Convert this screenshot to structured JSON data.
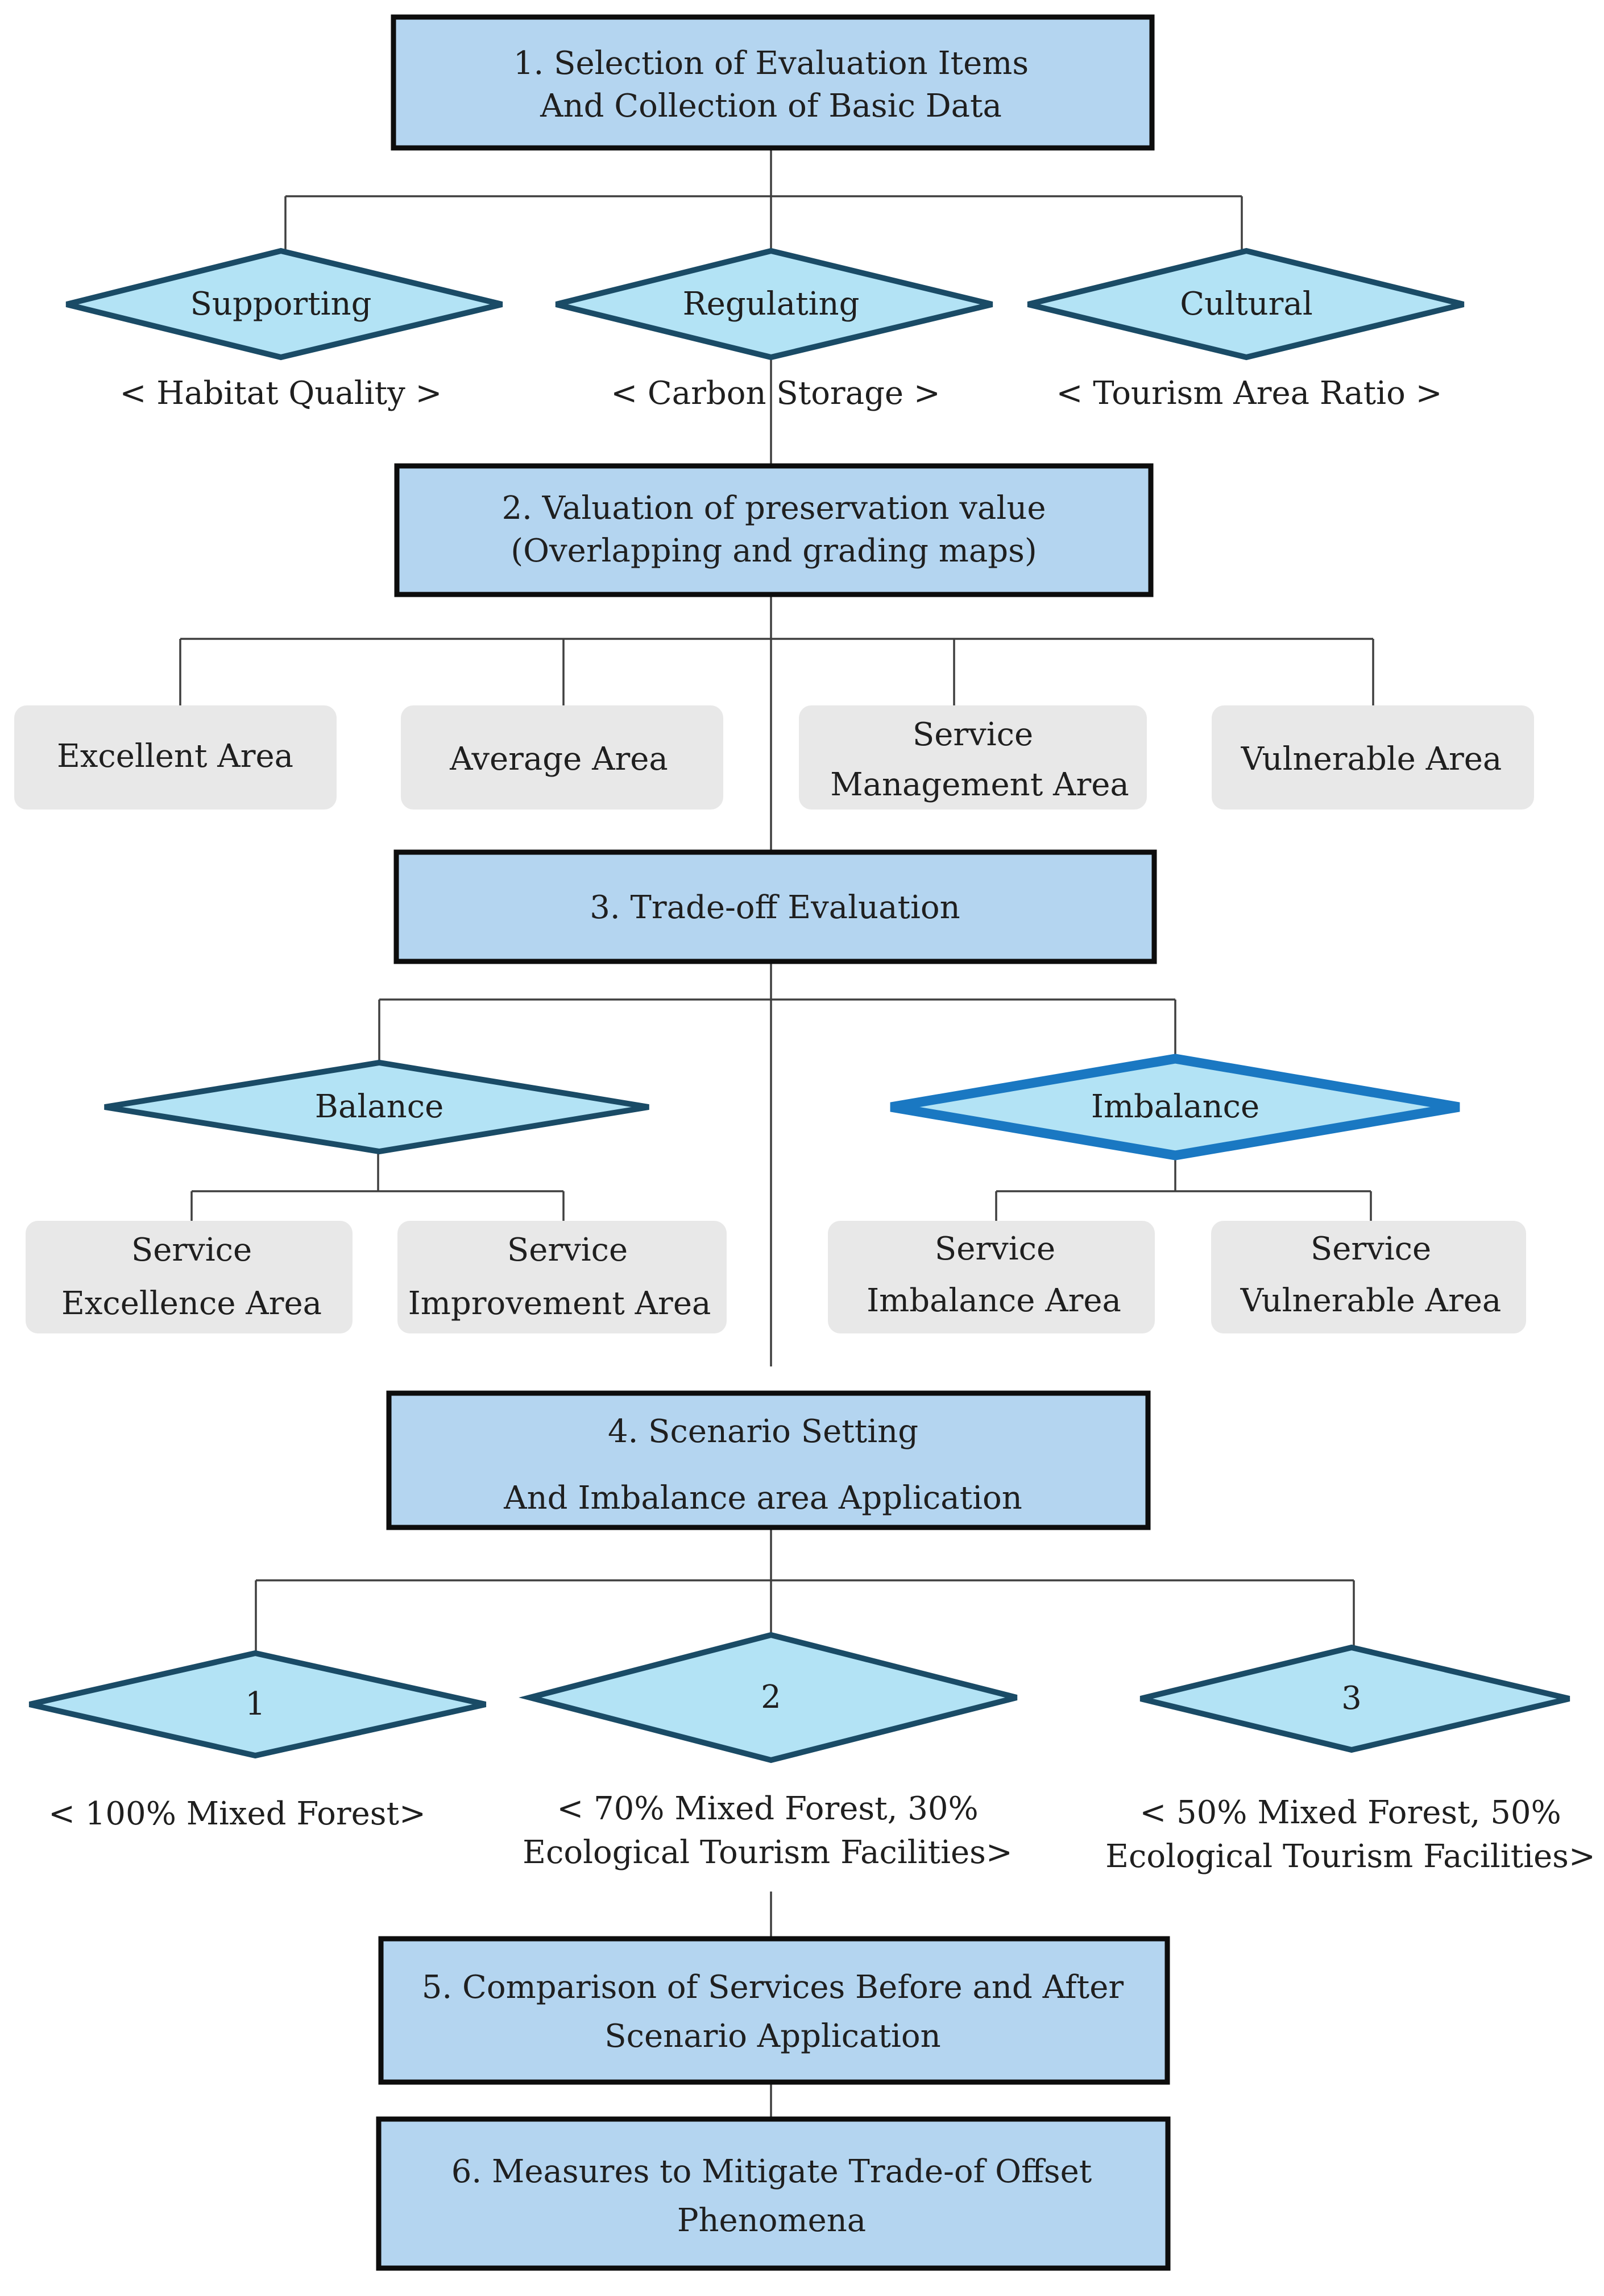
{
  "colors": {
    "step_fill": "#b4d5f0",
    "step_border": "#0d0d0d",
    "diamond_fill": "#b3e3f5",
    "diamond_border": "#1a4b66",
    "diamond_border_strong": "#1a78c2",
    "area_fill": "#e8e8e8",
    "connector": "#3f3f3f"
  },
  "steps": {
    "s1": [
      "1. Selection of Evaluation Items",
      "And Collection of Basic Data"
    ],
    "s2": [
      "2. Valuation of preservation value",
      "(Overlapping and grading maps)"
    ],
    "s3": [
      "3. Trade-off Evaluation"
    ],
    "s4": [
      "4. Scenario Setting",
      "And Imbalance area Application"
    ],
    "s5": [
      "5. Comparison of Services Before and After",
      "Scenario Application"
    ],
    "s6": [
      "6. Measures to Mitigate Trade-of  Offset",
      "Phenomena"
    ]
  },
  "services": [
    {
      "name": "Supporting",
      "indicator": "< Habitat Quality >"
    },
    {
      "name": "Regulating",
      "indicator": "< Carbon Storage >"
    },
    {
      "name": "Cultural",
      "indicator": "< Tourism Area Ratio >"
    }
  ],
  "grades": [
    [
      "Excellent Area"
    ],
    [
      "Average Area"
    ],
    [
      "Service",
      "Management Area"
    ],
    [
      "Vulnerable Area"
    ]
  ],
  "tradeoff": {
    "balance": "Balance",
    "imbalance": "Imbalance",
    "balance_areas": [
      [
        "Service",
        "Excellence Area"
      ],
      [
        "Service",
        "Improvement Area"
      ]
    ],
    "imbalance_areas": [
      [
        "Service",
        "Imbalance Area"
      ],
      [
        "Service",
        "Vulnerable Area"
      ]
    ]
  },
  "scenarios": [
    {
      "id": "1",
      "desc": [
        "< 100% Mixed Forest>"
      ]
    },
    {
      "id": "2",
      "desc": [
        "< 70% Mixed Forest, 30%",
        "Ecological Tourism Facilities>"
      ]
    },
    {
      "id": "3",
      "desc": [
        "< 50% Mixed Forest, 50%",
        "Ecological Tourism Facilities>"
      ]
    }
  ]
}
